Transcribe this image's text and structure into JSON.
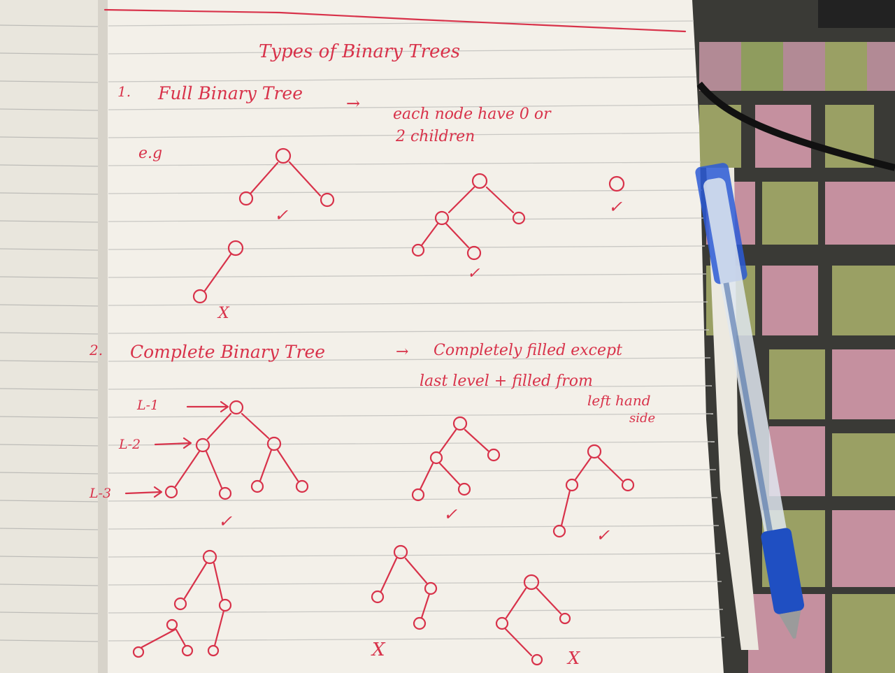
{
  "page": {
    "heading": "Types of Binary Trees",
    "section1": {
      "number": "1.",
      "title": "Full Binary Tree",
      "arrow": "→",
      "definition_line1": "each node have 0 or",
      "definition_line2": "2 children",
      "example_label": "e.g"
    },
    "section2": {
      "number": "2.",
      "title": "Complete Binary Tree",
      "arrow": "→",
      "definition_line1": "Completely filled except",
      "definition_line2": "last level + filled from",
      "definition_line3": "left hand",
      "definition_line4": "side",
      "level_labels": [
        "L-1",
        "L-2",
        "L-3"
      ]
    },
    "marks": {
      "check": "✓",
      "cross": "X"
    },
    "colors": {
      "ink": "#d8324a",
      "paper": "#f3f0e9",
      "rule": "#c9c8c4",
      "pen_blue": "#1f4fc2"
    }
  }
}
